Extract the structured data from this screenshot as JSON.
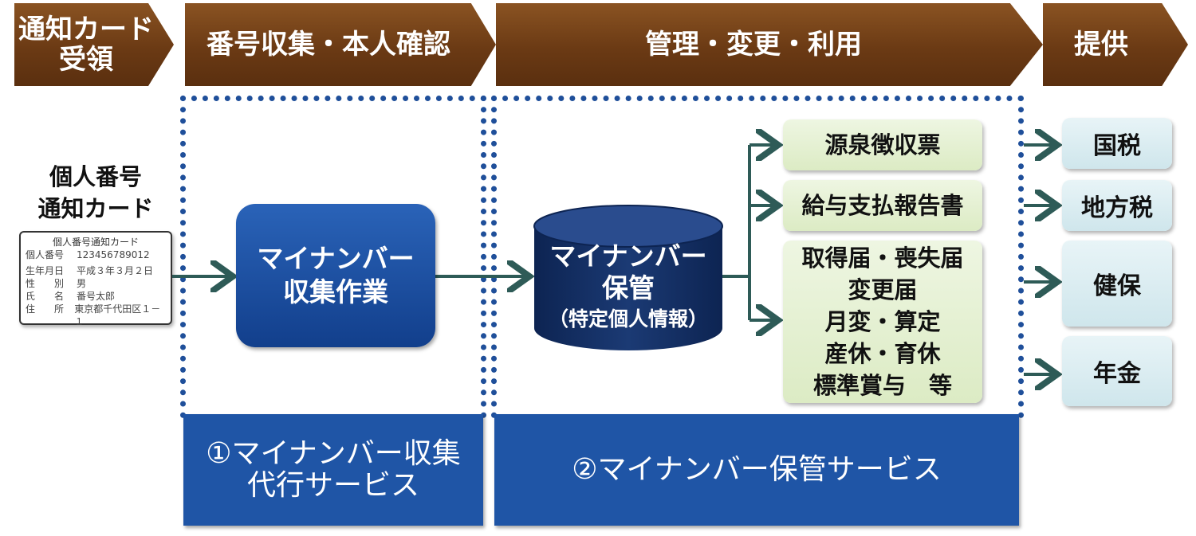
{
  "header": {
    "steps": [
      {
        "label": "通知カード\n受領"
      },
      {
        "label": "番号収集・本人確認"
      },
      {
        "label": "管理・変更・利用"
      },
      {
        "label": "提供"
      }
    ]
  },
  "left": {
    "card_caption": "個人番号\n通知カード",
    "card": {
      "title": "個人番号通知カード",
      "rows": [
        {
          "k": "個人番号",
          "v": "123456789012"
        },
        {
          "k": "生年月日",
          "v": "平成３年３月２日"
        },
        {
          "k": "性　　別",
          "v": "男"
        },
        {
          "k": "氏　　名",
          "v": "番号太郎"
        },
        {
          "k": "住　　所",
          "v": "東京都千代田区１－１"
        }
      ]
    }
  },
  "collect_box": {
    "label": "マイナンバー\n収集作業"
  },
  "storage": {
    "title": "マイナンバー\n保管",
    "subtitle": "（特定個人情報）"
  },
  "outputs": [
    {
      "label": "源泉徴収票"
    },
    {
      "label": "給与支払報告書"
    },
    {
      "label": "取得届・喪失届\n変更届\n月変・算定\n産休・育休\n標準賞与　等"
    }
  ],
  "destinations": [
    {
      "label": "国税"
    },
    {
      "label": "地方税"
    },
    {
      "label": "健保"
    },
    {
      "label": "年金"
    }
  ],
  "services": [
    {
      "label": "①マイナンバー収集\n代行サービス"
    },
    {
      "label": "②マイナンバー保管サービス"
    }
  ],
  "colors": {
    "brown": "#6b3a14",
    "blue": "#1f55a6",
    "navy": "#0f2a5a",
    "arrow": "#2e5b57"
  }
}
